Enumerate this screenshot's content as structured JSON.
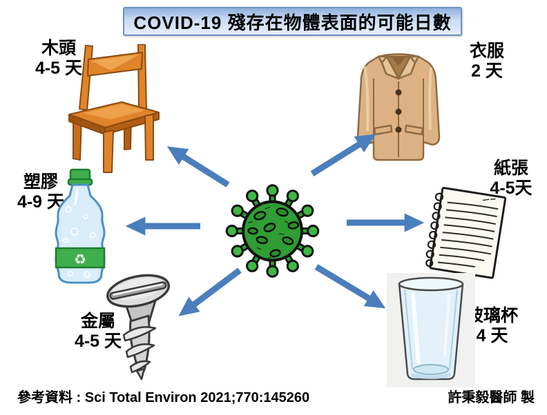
{
  "title": "COVID-19 殘存在物體表面的可能日數",
  "center": {
    "illustration": "coronavirus"
  },
  "items": [
    {
      "id": "wood",
      "label": "木頭",
      "days": "4-5 天",
      "illustration": "wooden-chair",
      "position": "top-left"
    },
    {
      "id": "clothes",
      "label": "衣服",
      "days": "2 天",
      "illustration": "overcoat",
      "position": "top-right"
    },
    {
      "id": "plastic",
      "label": "塑膠",
      "days": "4-9 天",
      "illustration": "water-bottle",
      "position": "left"
    },
    {
      "id": "paper",
      "label": "紙張",
      "days": "4-5天",
      "illustration": "notebook-sheet",
      "position": "right"
    },
    {
      "id": "metal",
      "label": "金屬",
      "days": "4-5 天",
      "illustration": "screw",
      "position": "bottom-left"
    },
    {
      "id": "glassware",
      "label": "玻璃杯",
      "days": "4 天",
      "illustration": "drinking-glass",
      "position": "bottom-right"
    }
  ],
  "footer": {
    "reference": "參考資料 : Sci Total Environ 2021;770:145260",
    "credit": "許秉毅醫師 製"
  },
  "recycle_symbol": "♻",
  "colors": {
    "arrow": "#4a7ebc",
    "title_border": "#7191bf",
    "title_bg": "#c8daf3",
    "virus": "#2f9e33",
    "virus_knob": "#3db944",
    "chair": "#e0842b",
    "coat": "#dcb285",
    "bottle": "#d9edfb",
    "bottle_green": "#3fae4c",
    "screw": "#dfdfdf",
    "glass": "#e2f1fa"
  }
}
